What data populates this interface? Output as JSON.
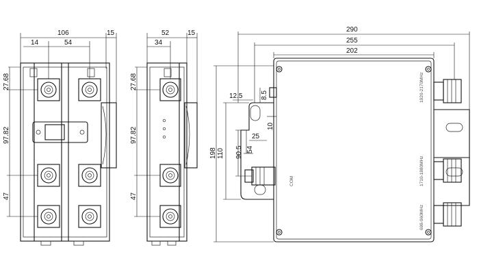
{
  "front_view": {
    "width_total": "106",
    "side_offset": "15",
    "left_offset": "14",
    "pitch_h": "54",
    "top_offset": "27.68",
    "mid_gap": "97.82",
    "bottom_gap": "47"
  },
  "side_view": {
    "width_total": "52",
    "side_offset": "15",
    "left_offset": "34",
    "top_offset": "27.68",
    "mid_gap": "97.82",
    "bottom_gap": "47"
  },
  "top_view": {
    "width_total": "290",
    "width_mid": "255",
    "width_inner": "202",
    "dim_a": "12.5",
    "dim_b": "8.5",
    "dim_c": "10",
    "dim_d": "25",
    "dim_e": "54",
    "dim_f": "90.5",
    "height_outer": "198",
    "height_inner": "110",
    "port_high": "1920-2170MHz",
    "port_mid": "1710-1880MHz",
    "port_low": "698-960MHz",
    "port_com": "COM"
  }
}
